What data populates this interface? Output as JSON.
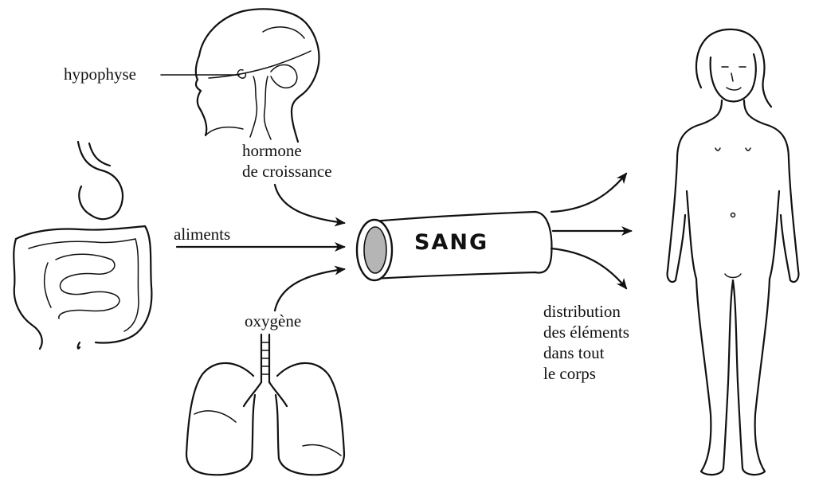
{
  "labels": {
    "hypophyse": "hypophyse",
    "hormone_line1": "hormone",
    "hormone_line2": "de croissance",
    "aliments": "aliments",
    "oxygene": "oxygène",
    "sang": "SANG",
    "distribution": [
      "distribution",
      "des éléments",
      "dans tout",
      "le corps"
    ]
  },
  "icons": [
    "head-brain-icon",
    "digestive-tract-icon",
    "lungs-icon",
    "blood-vessel-icon",
    "human-body-icon"
  ],
  "colors": {
    "ink": "#111111",
    "vessel_lumen": "#b5b5b5",
    "background": "#ffffff"
  }
}
